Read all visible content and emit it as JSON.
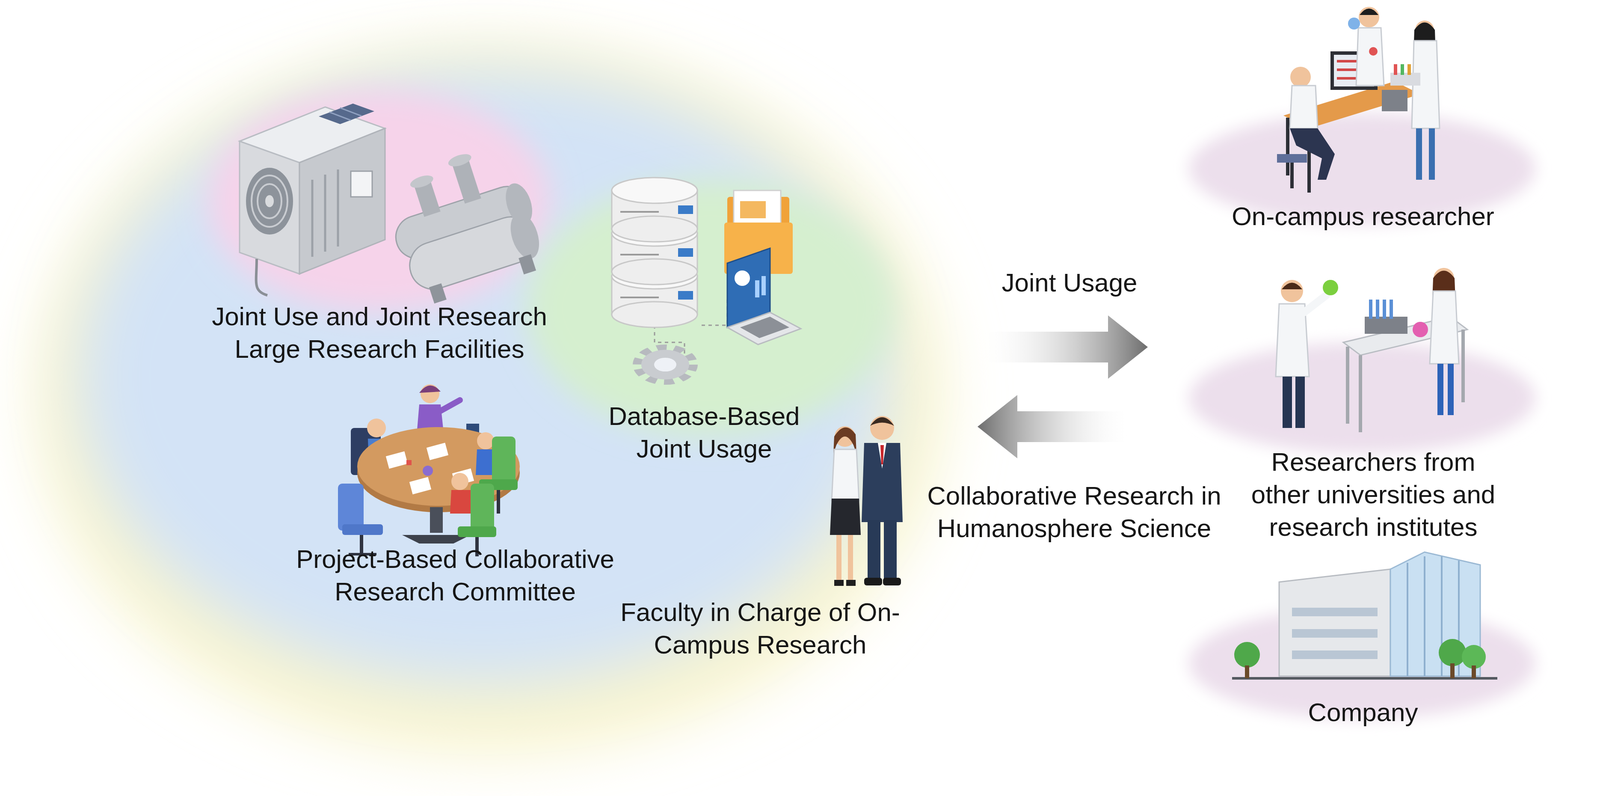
{
  "diagram": {
    "nodes": [
      {
        "text": [
          "Joint Use and Joint Research Large Research Facilities"
        ]
      },
      {
        "text": [
          "Database-Based Joint Usage"
        ]
      },
      {
        "text": [
          "Project-Based Collaborative Research Committee"
        ]
      },
      {
        "text": [
          "Faculty in Charge of On-Campus Research"
        ]
      },
      {
        "text": [
          "On-campus researcher"
        ]
      },
      {
        "text": [
          "Researchers from other universities and research institutes"
        ]
      },
      {
        "text": [
          "Company"
        ]
      }
    ],
    "labels": [
      "Joint Usage",
      "Collaborative Research in Humanosphere Science"
    ]
  }
}
